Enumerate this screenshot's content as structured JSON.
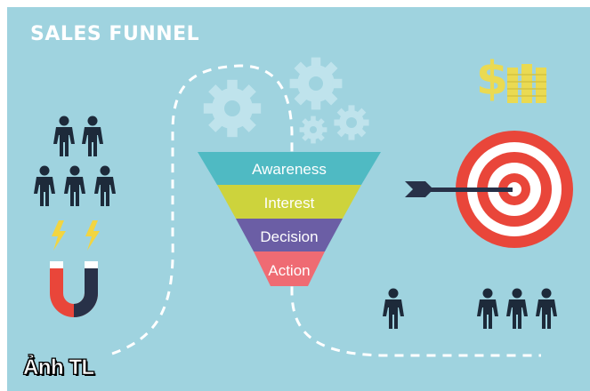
{
  "title": "SALES FUNNEL",
  "caption": "Ảnh TL",
  "funnel": {
    "stages": [
      {
        "label": "Awareness",
        "color": "#4fbac3"
      },
      {
        "label": "Interest",
        "color": "#cdd33c"
      },
      {
        "label": "Decision",
        "color": "#6b5ea5"
      },
      {
        "label": "Action",
        "color": "#ef6b73"
      }
    ]
  },
  "colors": {
    "background": "#9fd3df",
    "people": "#1d2a3a",
    "target_red": "#e9463a",
    "coin": "#eada52",
    "gear": "#bfe3ec",
    "magnet_red": "#e9463a",
    "magnet_navy": "#283148",
    "lightning": "#f2d541"
  },
  "icons": [
    "gear-icon",
    "dollar-icon",
    "coin-stack-icon",
    "target-icon",
    "arrow-icon",
    "magnet-icon",
    "lightning-icon",
    "person-icon"
  ]
}
